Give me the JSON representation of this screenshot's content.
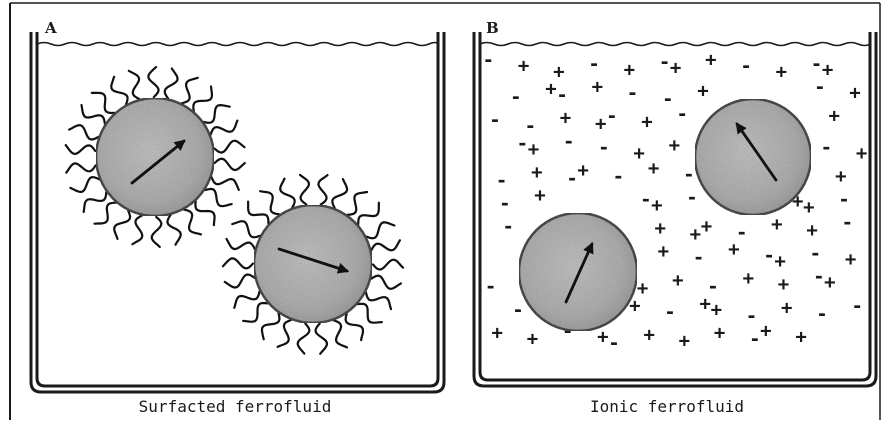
{
  "panels": {
    "a": {
      "letter": "A",
      "caption": "Surfacted ferrofluid",
      "ions": []
    },
    "b": {
      "letter": "B",
      "caption": "Ionic ferrofluid",
      "ions": [
        "-",
        "+",
        "+",
        "-",
        "+",
        "-",
        "+",
        "+",
        "-",
        "+",
        "-",
        "+",
        "-",
        "+",
        "-",
        "+",
        "-",
        "-",
        "+",
        "-",
        "+",
        "-",
        "-",
        "+",
        "+",
        "-",
        "+",
        "-",
        "+",
        "-",
        "+",
        "-",
        "-",
        "+",
        "+",
        "-",
        "+",
        "-",
        "+",
        "-",
        "+",
        "-",
        "+",
        "-",
        "+",
        "-",
        "+",
        "-",
        "+",
        "-",
        "+",
        "+",
        "-",
        "-",
        "+",
        "+",
        "+",
        "-",
        "+",
        "+",
        "-",
        "+",
        "-",
        "+",
        "-",
        "+",
        "-",
        "+",
        "-",
        "+",
        "+",
        "-",
        "+",
        "+",
        "-",
        "+",
        "-",
        "+",
        "-",
        "+",
        "+",
        "-",
        "+",
        "-",
        "-",
        "+",
        "+",
        "-",
        "+",
        "-",
        "+",
        "+",
        "+",
        "-",
        "+",
        "+"
      ]
    }
  },
  "colors": {
    "ink": "#1a1a1a",
    "particle_fill": "#b9b9b9",
    "background": "#ffffff"
  }
}
